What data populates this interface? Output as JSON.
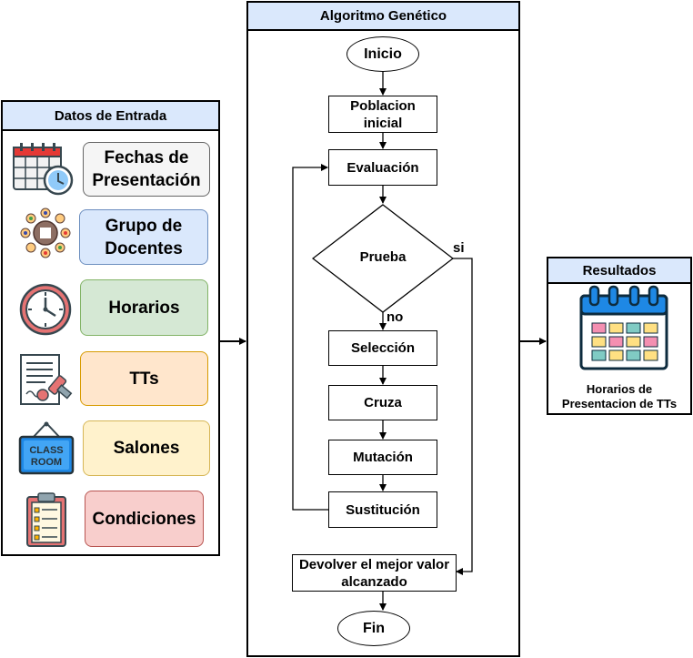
{
  "input_panel": {
    "title": "Datos de Entrada",
    "items": [
      {
        "label": "Fechas de Presentación",
        "icon": "calendar-clock-icon",
        "fill": "#f5f5f5",
        "stroke": "#666666"
      },
      {
        "label": "Grupo de Docentes",
        "icon": "team-meeting-icon",
        "fill": "#dae8fc",
        "stroke": "#6c8ebf"
      },
      {
        "label": "Horarios",
        "icon": "wall-clock-icon",
        "fill": "#d5e8d4",
        "stroke": "#82b366"
      },
      {
        "label": "TTs",
        "icon": "signed-document-icon",
        "fill": "#ffe6cc",
        "stroke": "#d79b00"
      },
      {
        "label": "Salones",
        "icon": "classroom-sign-icon",
        "fill": "#fff2cc",
        "stroke": "#d6b656"
      },
      {
        "label": "Condiciones",
        "icon": "checklist-clipboard-icon",
        "fill": "#f8cecc",
        "stroke": "#b85450"
      }
    ]
  },
  "algo_panel": {
    "title": "Algoritmo Genético",
    "start": "Inicio",
    "initial_population": "Poblacion inicial",
    "evaluation": "Evaluación",
    "test": "Prueba",
    "yes": "si",
    "no": "no",
    "selection": "Selección",
    "crossover": "Cruza",
    "mutation": "Mutación",
    "substitution": "Sustitución",
    "return_best": "Devolver el mejor valor alcanzado",
    "end": "Fin"
  },
  "result_panel": {
    "title": "Resultados",
    "icon": "schedule-calendar-icon",
    "caption": "Horarios de Presentacion de TTs"
  }
}
